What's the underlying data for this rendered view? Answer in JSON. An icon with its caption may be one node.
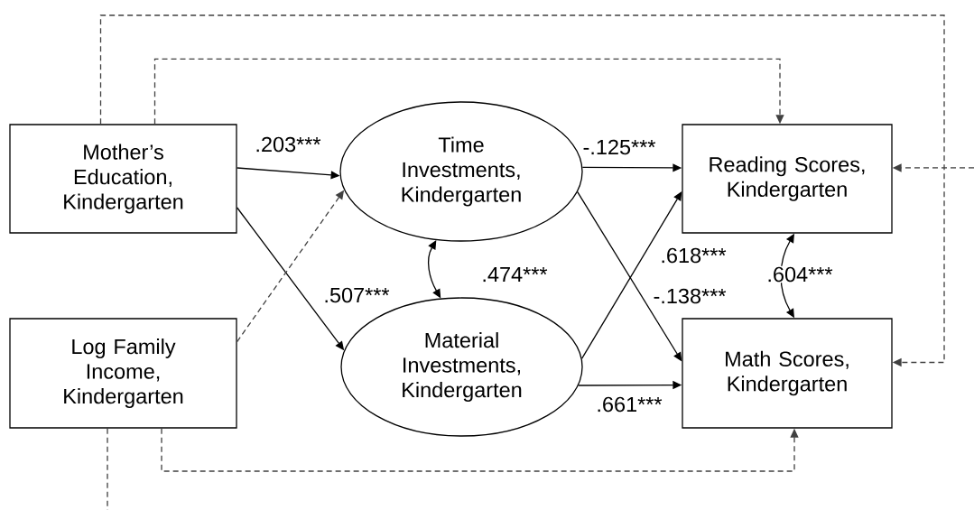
{
  "diagram": {
    "nodes": [
      {
        "text": [
          "Mother’s Education, Kindergarten"
        ]
      },
      {
        "text": [
          "Time Investments, Kindergarten"
        ]
      },
      {
        "text": [
          "Reading Scores, Kindergarten"
        ]
      },
      {
        "text": [
          "Log Family Income, Kindergarten"
        ]
      },
      {
        "text": [
          "Material Investments, Kindergarten"
        ]
      },
      {
        "text": [
          "Math Scores, Kindergarten"
        ]
      }
    ],
    "edges": [
      {
        "from": 0,
        "to": 1,
        "arrow": "to",
        "label": ".203***"
      },
      {
        "from": 0,
        "to": 4,
        "arrow": "to",
        "label": ".507***"
      },
      {
        "from": 3,
        "to": 1,
        "arrow": "to",
        "style": "dashed",
        "color": "#404040"
      },
      {
        "from": 1,
        "to": 4,
        "arrow": "both",
        "label": ".474***"
      },
      {
        "from": 1,
        "to": 2,
        "arrow": "to",
        "label": "-.125***"
      },
      {
        "from": 1,
        "to": 5,
        "arrow": "to",
        "label": "-.138***"
      },
      {
        "from": 4,
        "to": 2,
        "arrow": "to",
        "label": ".618***"
      },
      {
        "from": 4,
        "to": 5,
        "arrow": "to",
        "label": ".661***"
      },
      {
        "from": 2,
        "to": 5,
        "arrow": "both",
        "label": ".604***"
      },
      {
        "from": 0,
        "to": 2,
        "arrow": "to",
        "style": "dashed",
        "color": "#404040"
      },
      {
        "from": 0,
        "to": 5,
        "arrow": "to",
        "style": "dashed",
        "color": "#404040"
      },
      {
        "from": null,
        "to": 2,
        "arrow": "to",
        "style": "dashed",
        "color": "#404040"
      },
      {
        "from": 3,
        "to": null,
        "arrow": "none",
        "style": "dashed",
        "color": "#404040"
      },
      {
        "from": 3,
        "to": 5,
        "arrow": "to",
        "style": "dashed",
        "color": "#404040"
      }
    ]
  }
}
